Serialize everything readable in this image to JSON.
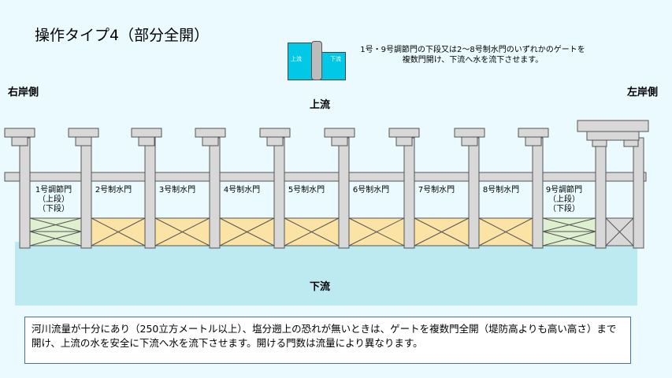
{
  "title": "操作タイプ4（部分全開）",
  "sides": {
    "right_bank": "右岸側",
    "left_bank": "左岸側"
  },
  "legend": {
    "upstream_small": "上流",
    "downstream_small": "下流",
    "text_line1": "1号・9号調節門の下段又は2～8号制水門のいずれかのゲートを",
    "text_line2": "複数門開け、下流へ水を流下させます。"
  },
  "flow": {
    "upstream": "上流",
    "downstream": "下流"
  },
  "gates": [
    {
      "name": "1号調節門",
      "sub1": "（上段）",
      "sub2": "（下段）"
    },
    {
      "name": "2号制水門"
    },
    {
      "name": "3号制水門"
    },
    {
      "name": "4号制水門"
    },
    {
      "name": "5号制水門"
    },
    {
      "name": "6号制水門"
    },
    {
      "name": "7号制水門"
    },
    {
      "name": "8号制水門"
    },
    {
      "name": "9号調節門",
      "sub1": "（上段）",
      "sub2": "（下段）"
    }
  ],
  "note": "河川流量が十分にあり（250立方メートル以上）、塩分遡上の恐れが無いときは、ゲートを複数門全開（堤防高よりも高い高さ）まで開け、上流の水を安全に下流へ水を流下させます。開ける門数は流量により異なります。",
  "colors": {
    "water": "#bde9f1",
    "gate_open": "#fbe3a5",
    "gate_closed": "#dff0d0",
    "pier": "#d8d8d8"
  }
}
